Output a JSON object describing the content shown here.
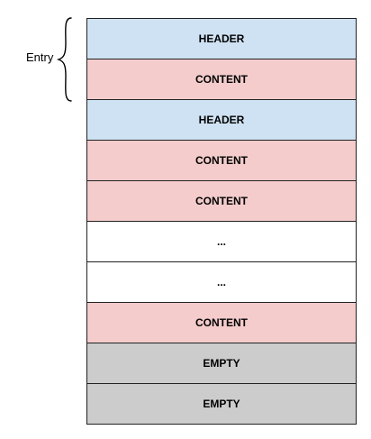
{
  "annotation": {
    "label": "Entry"
  },
  "blocks": [
    {
      "label": "HEADER",
      "kind": "header"
    },
    {
      "label": "CONTENT",
      "kind": "content"
    },
    {
      "label": "HEADER",
      "kind": "header"
    },
    {
      "label": "CONTENT",
      "kind": "content"
    },
    {
      "label": "CONTENT",
      "kind": "content"
    },
    {
      "label": "...",
      "kind": "ellipsis"
    },
    {
      "label": "...",
      "kind": "ellipsis"
    },
    {
      "label": "CONTENT",
      "kind": "content"
    },
    {
      "label": "EMPTY",
      "kind": "empty"
    },
    {
      "label": "EMPTY",
      "kind": "empty"
    }
  ],
  "colors": {
    "header": "#cfe2f3",
    "content": "#f4cccc",
    "ellipsis": "#ffffff",
    "empty": "#cccccc",
    "border": "#222222"
  }
}
